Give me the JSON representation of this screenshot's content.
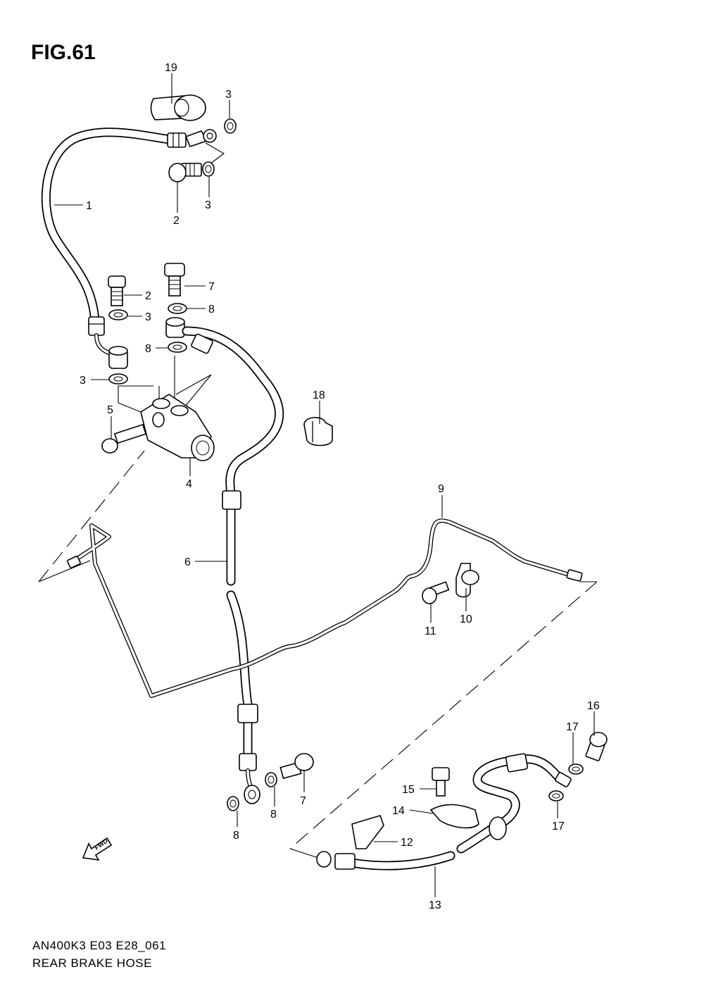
{
  "figure": {
    "title": "FIG.61",
    "code": "AN400K3 E03 E28_061",
    "caption": "REAR BRAKE HOSE",
    "fwd_label": "FWD"
  },
  "callouts": [
    {
      "id": "c1",
      "text": "1"
    },
    {
      "id": "c2a",
      "text": "2"
    },
    {
      "id": "c2b",
      "text": "2"
    },
    {
      "id": "c3a",
      "text": "3"
    },
    {
      "id": "c3b",
      "text": "3"
    },
    {
      "id": "c3c",
      "text": "3"
    },
    {
      "id": "c3d",
      "text": "3"
    },
    {
      "id": "c4",
      "text": "4"
    },
    {
      "id": "c5",
      "text": "5"
    },
    {
      "id": "c6",
      "text": "6"
    },
    {
      "id": "c7a",
      "text": "7"
    },
    {
      "id": "c7b",
      "text": "7"
    },
    {
      "id": "c8a",
      "text": "8"
    },
    {
      "id": "c8b",
      "text": "8"
    },
    {
      "id": "c8c",
      "text": "8"
    },
    {
      "id": "c8d",
      "text": "8"
    },
    {
      "id": "c9",
      "text": "9"
    },
    {
      "id": "c10",
      "text": "10"
    },
    {
      "id": "c11",
      "text": "11"
    },
    {
      "id": "c12",
      "text": "12"
    },
    {
      "id": "c13",
      "text": "13"
    },
    {
      "id": "c14",
      "text": "14"
    },
    {
      "id": "c15",
      "text": "15"
    },
    {
      "id": "c16",
      "text": "16"
    },
    {
      "id": "c17a",
      "text": "17"
    },
    {
      "id": "c17b",
      "text": "17"
    },
    {
      "id": "c18",
      "text": "18"
    },
    {
      "id": "c19",
      "text": "19"
    }
  ]
}
